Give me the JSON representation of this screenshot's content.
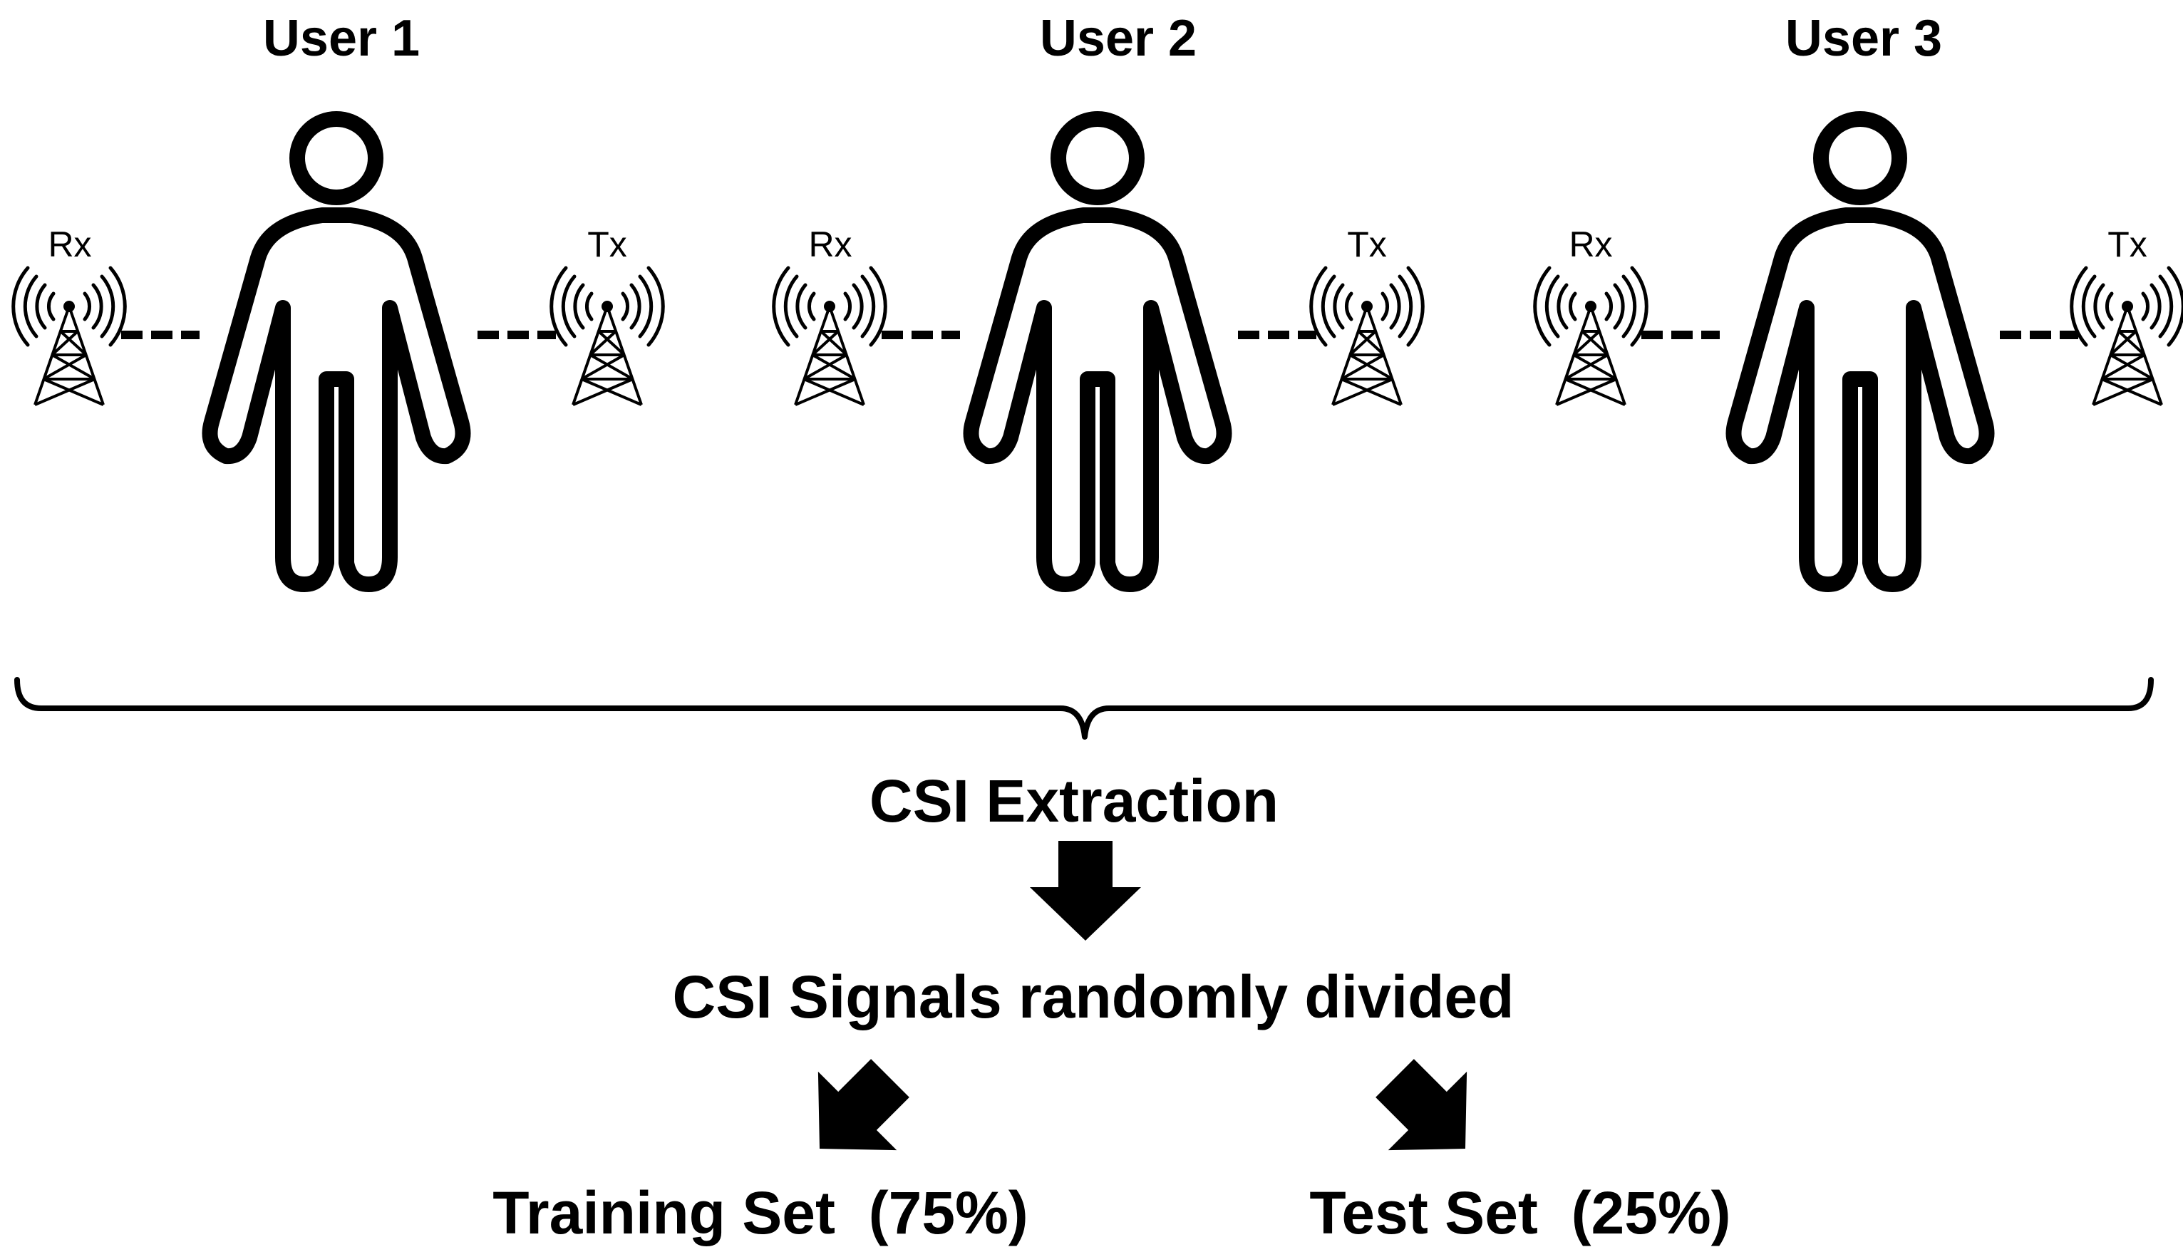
{
  "users": [
    {
      "label": "User 1",
      "rx_label": "Rx",
      "tx_label": "Tx"
    },
    {
      "label": "User 2",
      "rx_label": "Rx",
      "tx_label": "Tx"
    },
    {
      "label": "User 3",
      "rx_label": "Rx",
      "tx_label": "Tx"
    }
  ],
  "flow": {
    "step1": "CSI Extraction",
    "step2": "CSI Signals randomly divided",
    "training": "Training Set  (75%)",
    "test": "Test Set  (25%)"
  },
  "icons": {
    "person": "person-outline-icon",
    "antenna": "antenna-tower-icon",
    "arrow": "down-arrow-icon"
  }
}
